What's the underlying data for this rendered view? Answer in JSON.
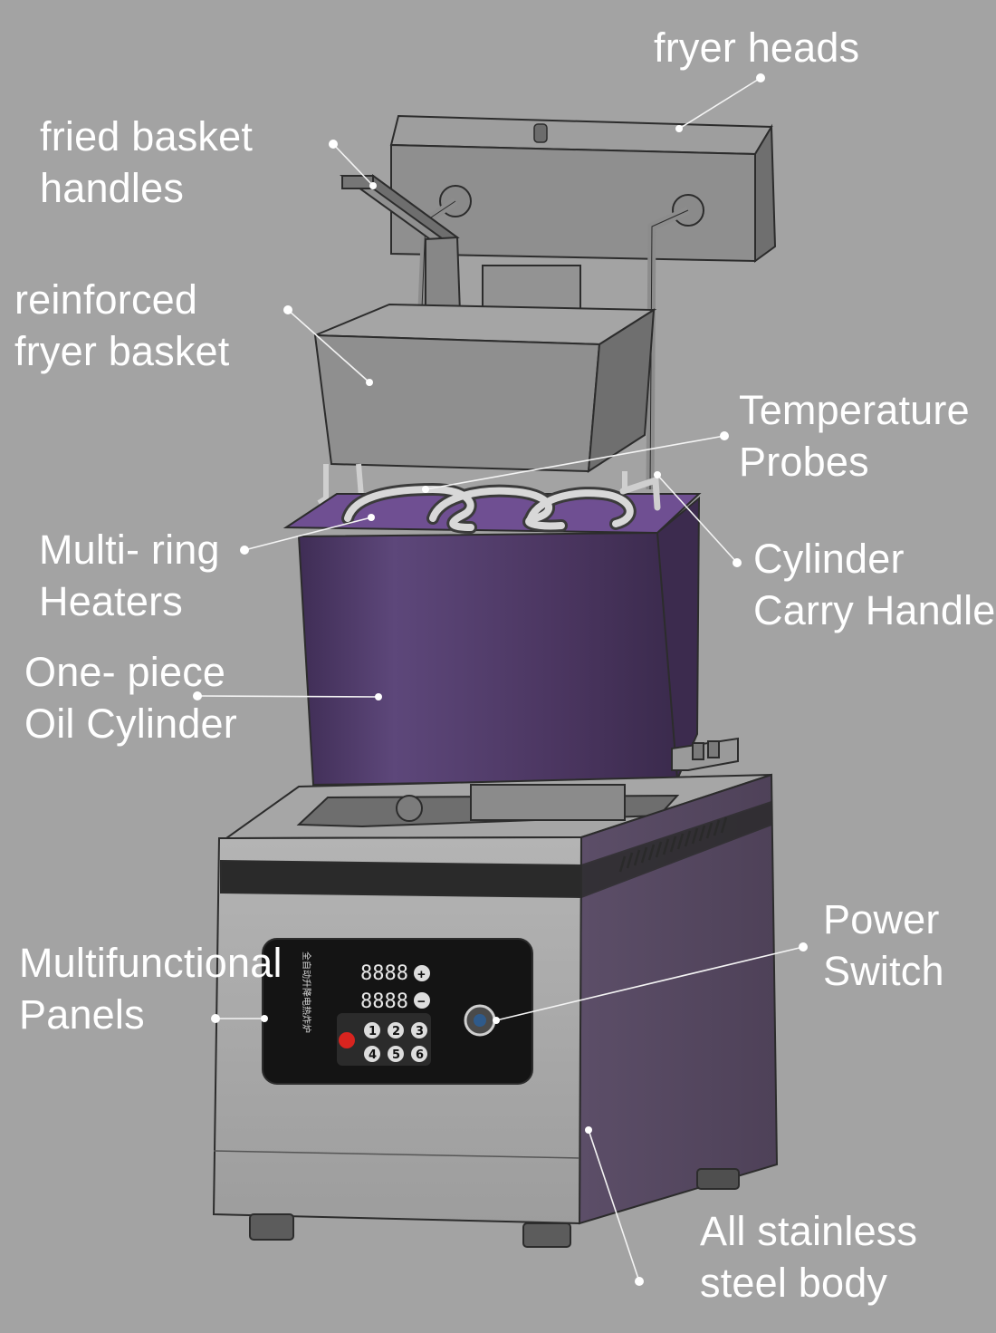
{
  "labels": {
    "fryer_heads": [
      "fryer heads"
    ],
    "basket_handles": [
      "fried basket",
      "handles"
    ],
    "fryer_basket": [
      "reinforced",
      "fryer basket"
    ],
    "temperature_probes": [
      "Temperature",
      "Probes"
    ],
    "heaters": [
      "Multi- ring",
      "Heaters"
    ],
    "carry_handle": [
      "Cylinder",
      "Carry Handle"
    ],
    "oil_cylinder": [
      "One- piece",
      "Oil Cylinder"
    ],
    "panels": [
      "Multifunctional",
      "Panels"
    ],
    "power_switch": [
      "Power",
      "Switch"
    ],
    "steel_body": [
      "All stainless",
      "steel body"
    ]
  },
  "control_panel": {
    "display_1": "8888",
    "display_2": "8888",
    "side_text": "全自动升降电热炸炉",
    "buttons": [
      "1",
      "2",
      "3",
      "4",
      "5",
      "6"
    ],
    "plus_symbol": "+",
    "minus_symbol": "−"
  },
  "colors": {
    "background": "#a3a3a3",
    "label_text": "#ffffff",
    "steel": "#a9a9a9",
    "purple_body": "#5a4a64",
    "oil_cylinder": "#4f3a66",
    "panel": "#141414"
  }
}
